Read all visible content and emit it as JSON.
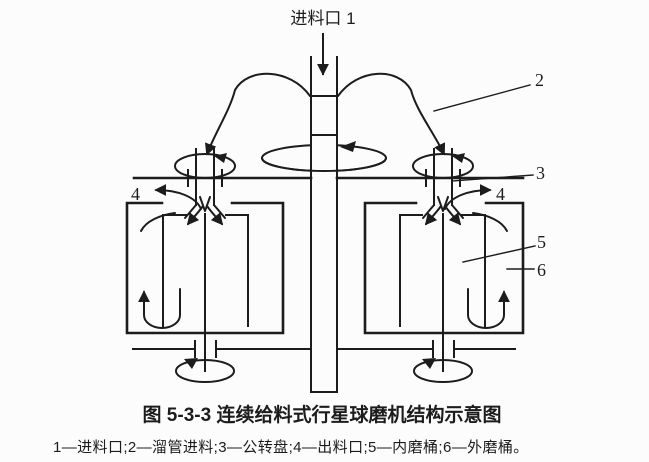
{
  "figure": {
    "top_label": "进料口 1",
    "caption": "图 5-3-3  连续给料式行星球磨机结构示意图",
    "legend": "1—进料口;2—溜管进料;3—公转盘;4—出料口;5—内磨桶;6—外磨桶。",
    "callouts": {
      "c2": "2",
      "c3": "3",
      "c4_left": "4",
      "c4_right": "4",
      "c5": "5",
      "c6": "6"
    },
    "parts": [
      {
        "num": "1",
        "name": "进料口"
      },
      {
        "num": "2",
        "name": "溜管进料"
      },
      {
        "num": "3",
        "name": "公转盘"
      },
      {
        "num": "4",
        "name": "出料口"
      },
      {
        "num": "5",
        "name": "内磨桶"
      },
      {
        "num": "6",
        "name": "外磨桶"
      }
    ],
    "colors": {
      "ink": "#1c1c1c",
      "paper": "#fcfcfc"
    }
  }
}
